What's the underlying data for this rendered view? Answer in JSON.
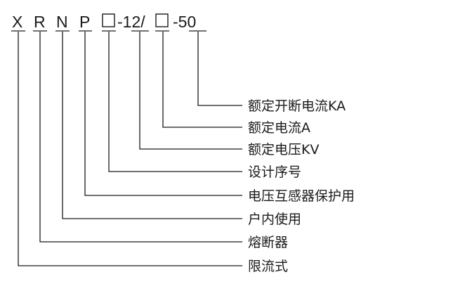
{
  "model_code": {
    "letters": [
      "X",
      "R",
      "N",
      "P"
    ],
    "rated_voltage_segment": "-12/",
    "breaking_current_segment": "-50",
    "blank_placeholder": "□"
  },
  "legend": [
    {
      "code": "50",
      "label": "额定开断电流KA"
    },
    {
      "code": "□",
      "label": "额定电流A"
    },
    {
      "code": "12",
      "label": "额定电压KV"
    },
    {
      "code": "□",
      "label": "设计序号"
    },
    {
      "code": "P",
      "label": "电压互感器保护用"
    },
    {
      "code": "N",
      "label": "户内使用"
    },
    {
      "code": "R",
      "label": "熔断器"
    },
    {
      "code": "X",
      "label": "限流式"
    }
  ]
}
